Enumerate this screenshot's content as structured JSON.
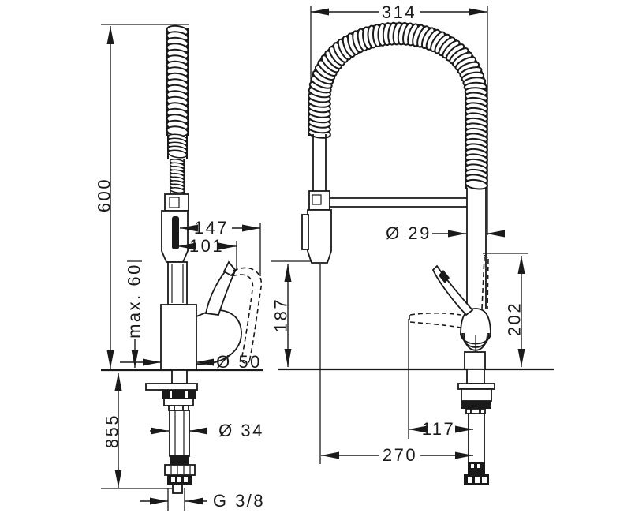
{
  "colors": {
    "background": "#ffffff",
    "line": "#1a1a1a"
  },
  "dims": {
    "d600": "600",
    "max60": "max. 60",
    "d147": "147",
    "d101": "101",
    "d50": "Ø 50",
    "d855": "855",
    "d34": "Ø 34",
    "g38": "G 3/8",
    "d314": "314",
    "d29": "Ø 29",
    "d187": "187",
    "d202": "202",
    "d117": "117",
    "d270": "270"
  }
}
